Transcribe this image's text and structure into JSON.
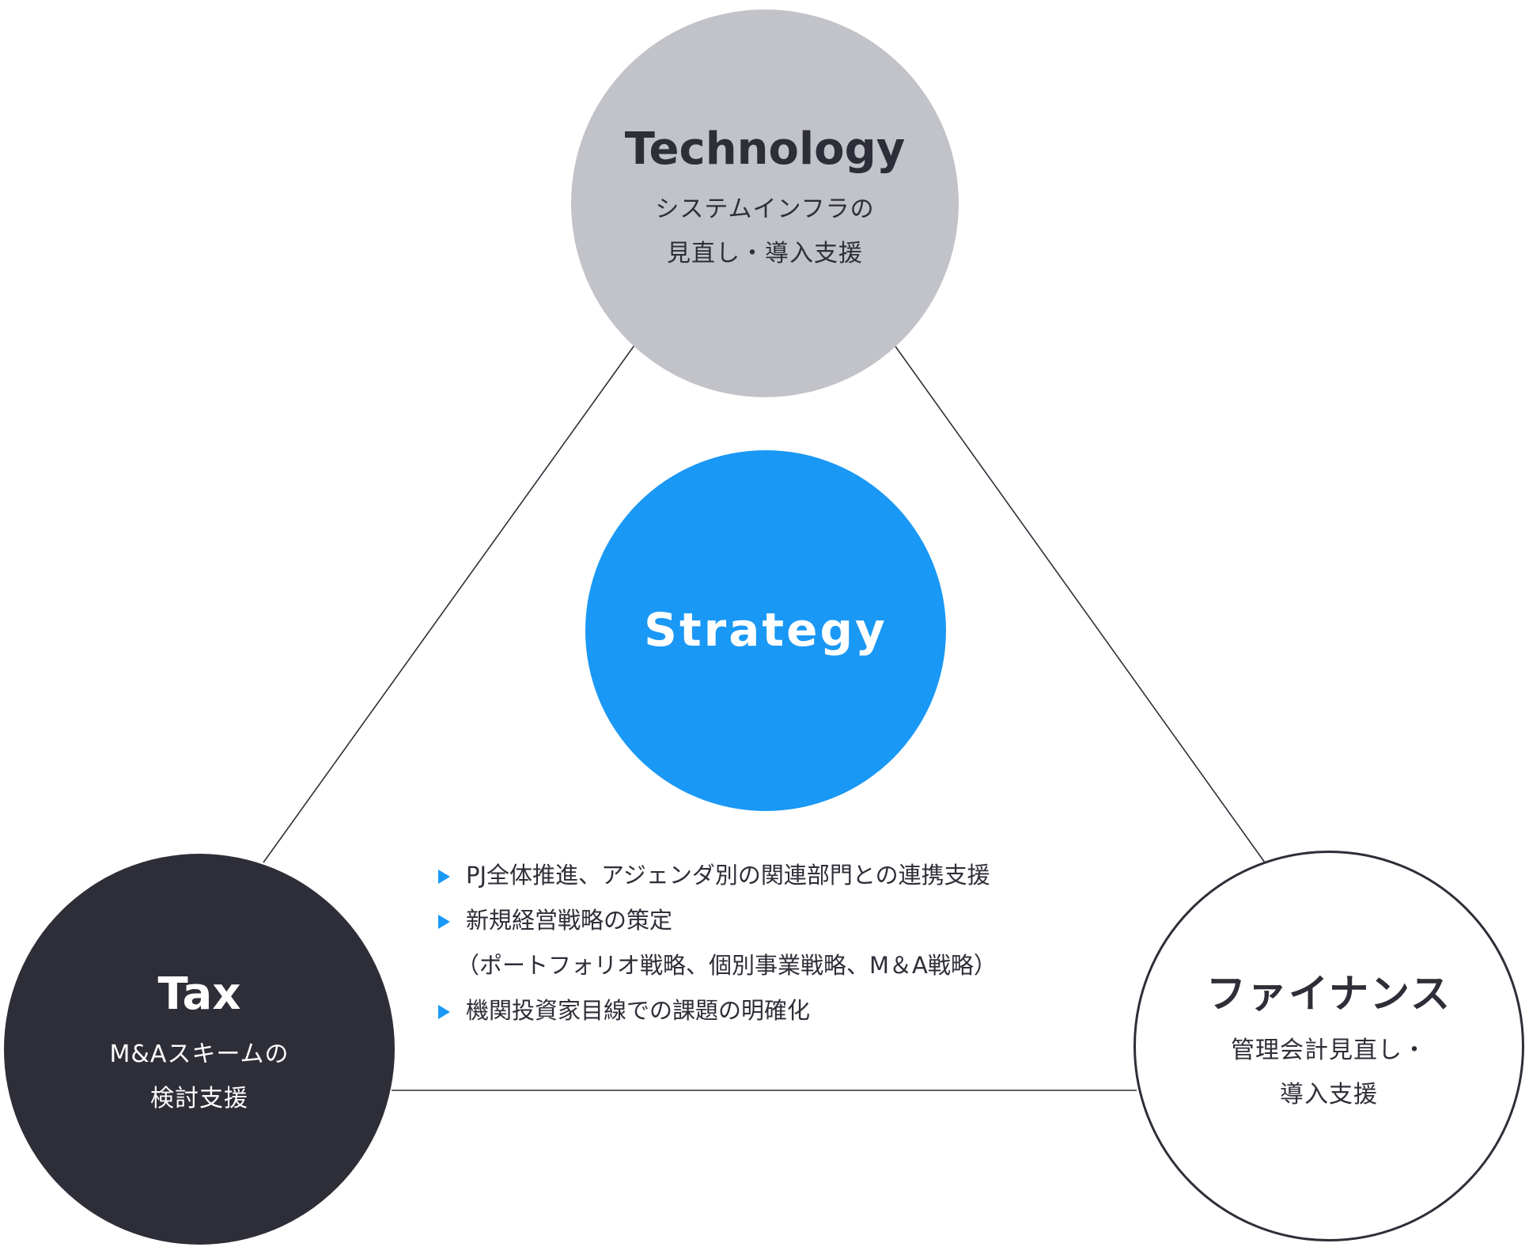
{
  "diagram": {
    "technology": {
      "title": "Technology",
      "lines": [
        "システムインフラの",
        "見直し・導入支援"
      ]
    },
    "strategy": {
      "title": "Strategy",
      "bullets": [
        {
          "lines": [
            "PJ全体推進、アジェンダ別の関連部門との連携支援"
          ]
        },
        {
          "lines": [
            "新規経営戦略の策定",
            "（ポートフォリオ戦略、個別事業戦略、M＆A戦略）"
          ]
        },
        {
          "lines": [
            "機関投資家目線での課題の明確化"
          ]
        }
      ]
    },
    "tax": {
      "title": "Tax",
      "lines": [
        "M&Aスキームの",
        "検討支援"
      ]
    },
    "finance": {
      "title": "ファイナンス",
      "lines": [
        "管理会計見直し・",
        "導入支援"
      ]
    }
  },
  "colors": {
    "technology": "#c2c3c9",
    "strategy": "#1a98f5",
    "tax": "#2e2e38",
    "finance_border": "#2e2e38",
    "bullet_marker": "#1a98f5",
    "text_dark": "#2e2e38",
    "connector": "#2e2e38"
  }
}
